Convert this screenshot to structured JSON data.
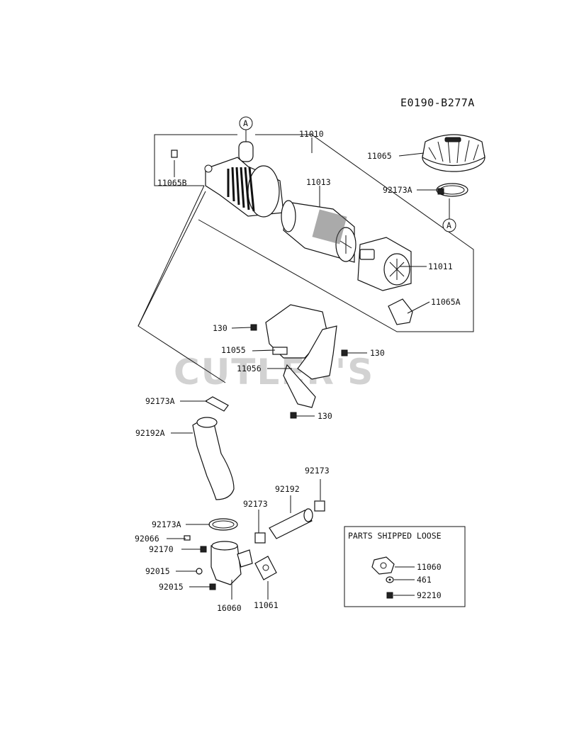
{
  "diagram_code": "E0190-B277A",
  "watermark": "CUTLER'S",
  "callout_letter": "A",
  "parts_box_title": "PARTS SHIPPED LOOSE",
  "labels": {
    "p11010": "11010",
    "p11065": "11065",
    "p11065B": "11065B",
    "p11013": "11013",
    "p92173A_top": "92173A",
    "p11011": "11011",
    "p11065A": "11065A",
    "p130_a": "130",
    "p11055": "11055",
    "p130_b": "130",
    "p11056": "11056",
    "p130_c": "130",
    "p92173A_mid": "92173A",
    "p92192A": "92192A",
    "p92173_a": "92173",
    "p92192": "92192",
    "p92173_b": "92173",
    "p92173A_low": "92173A",
    "p92066": "92066",
    "p92170": "92170",
    "p92015_a": "92015",
    "p92015_b": "92015",
    "p16060": "16060",
    "p11061": "11061",
    "p11060": "11060",
    "p461": "461",
    "p92210": "92210"
  }
}
